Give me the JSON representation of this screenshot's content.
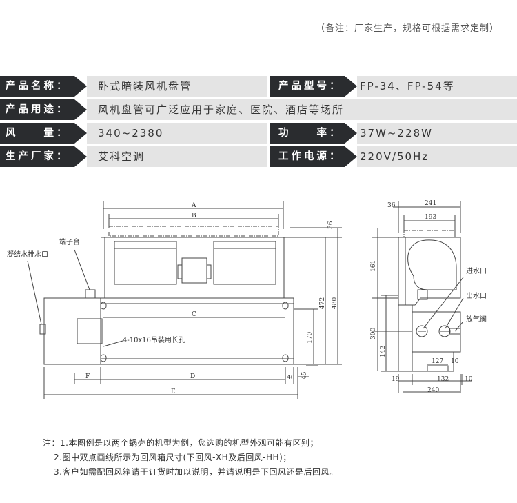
{
  "top_note": "（备注：厂家生产，规格可根据需求定制）",
  "specs": [
    {
      "label_left": "产品名称：",
      "value_left": "卧式暗装风机盘管",
      "label_right": "产品型号：",
      "value_right": "FP-34、FP-54等"
    },
    {
      "label_left": "产品用途：",
      "value_left": "风机盘管可广泛应用于家庭、医院、酒店等场所"
    },
    {
      "label_left": "风　　量：",
      "value_left": "340~2380",
      "label_right": "功　　率：",
      "value_right": "37W~228W"
    },
    {
      "label_left": "生产厂家：",
      "value_left": "艾科空调",
      "label_right": "工作电源：",
      "value_right": "220V/50Hz"
    }
  ],
  "drawing": {
    "dims": {
      "A": "A",
      "B": "B",
      "C": "C",
      "D": "D",
      "E": "E",
      "F": "F",
      "d36a": "36",
      "d472": "472",
      "d480": "480",
      "d170": "170",
      "d45": "45",
      "d40": "40",
      "d36b": "36",
      "d241": "241",
      "d193": "193",
      "d161": "161",
      "d300": "300",
      "d142": "142",
      "d127": "127",
      "d10a": "10",
      "d19": "19",
      "d132": "132",
      "d10b": "10",
      "d240": "240"
    },
    "labels": {
      "terminal": "端子台",
      "drain": "凝结水排水口",
      "hang_hole": "4-10x16吊装用长孔",
      "water_in": "进水口",
      "water_out": "出水口",
      "air_valve": "放气阀"
    }
  },
  "notes": [
    "注：1.本图例是以两个蜗壳的机型为例，您选购的机型外观可能有区别；",
    "2.图中双点画线所示为回风箱尺寸(下回风-XH及后回风-HH)；",
    "3.客户如需配回风箱请于订货时加以说明，并请说明是下回风还是后回风。"
  ]
}
